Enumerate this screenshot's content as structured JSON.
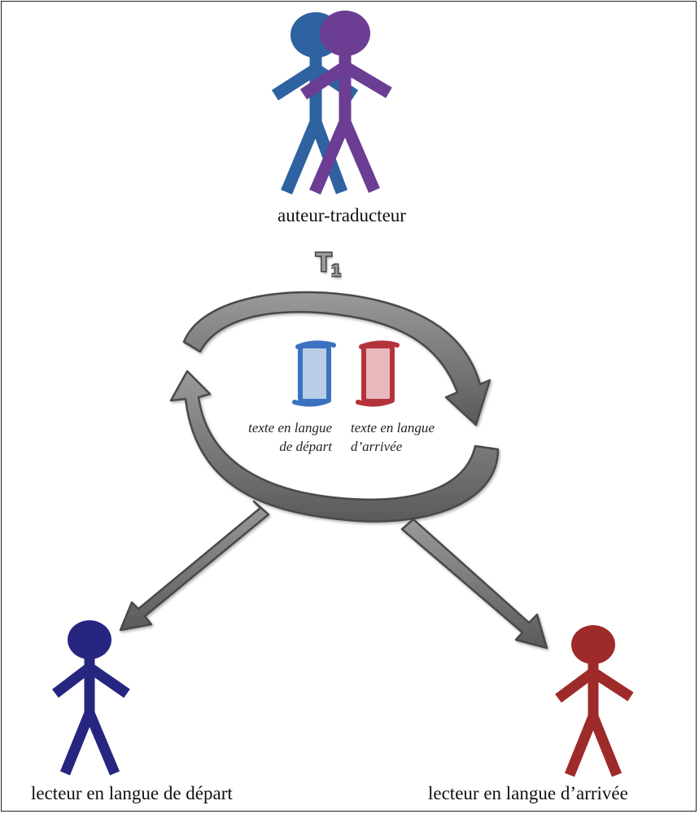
{
  "labels": {
    "author_translator": "auteur-traducteur",
    "reader_source": "lecteur en langue de départ",
    "reader_target": "lecteur en langue d’arrivée",
    "t_letter": "T",
    "t_index": "1"
  },
  "documents": {
    "source": {
      "line1": "texte en langue",
      "line2": "de départ"
    },
    "target": {
      "line1": "texte en langue",
      "line2": "d’arrivée"
    }
  },
  "colors": {
    "author_blue": "#2e62a0",
    "author_purple": "#6b3d93",
    "reader_source": "#262680",
    "reader_target": "#9e2a2a",
    "doc_source_fill": "#b8cde6",
    "doc_source_stroke": "#3b72c0",
    "doc_target_fill": "#e8b8bc",
    "doc_target_stroke": "#b4333b",
    "arrow_fill": "#6e6e6e",
    "arrow_stroke": "#4a4a4a"
  }
}
